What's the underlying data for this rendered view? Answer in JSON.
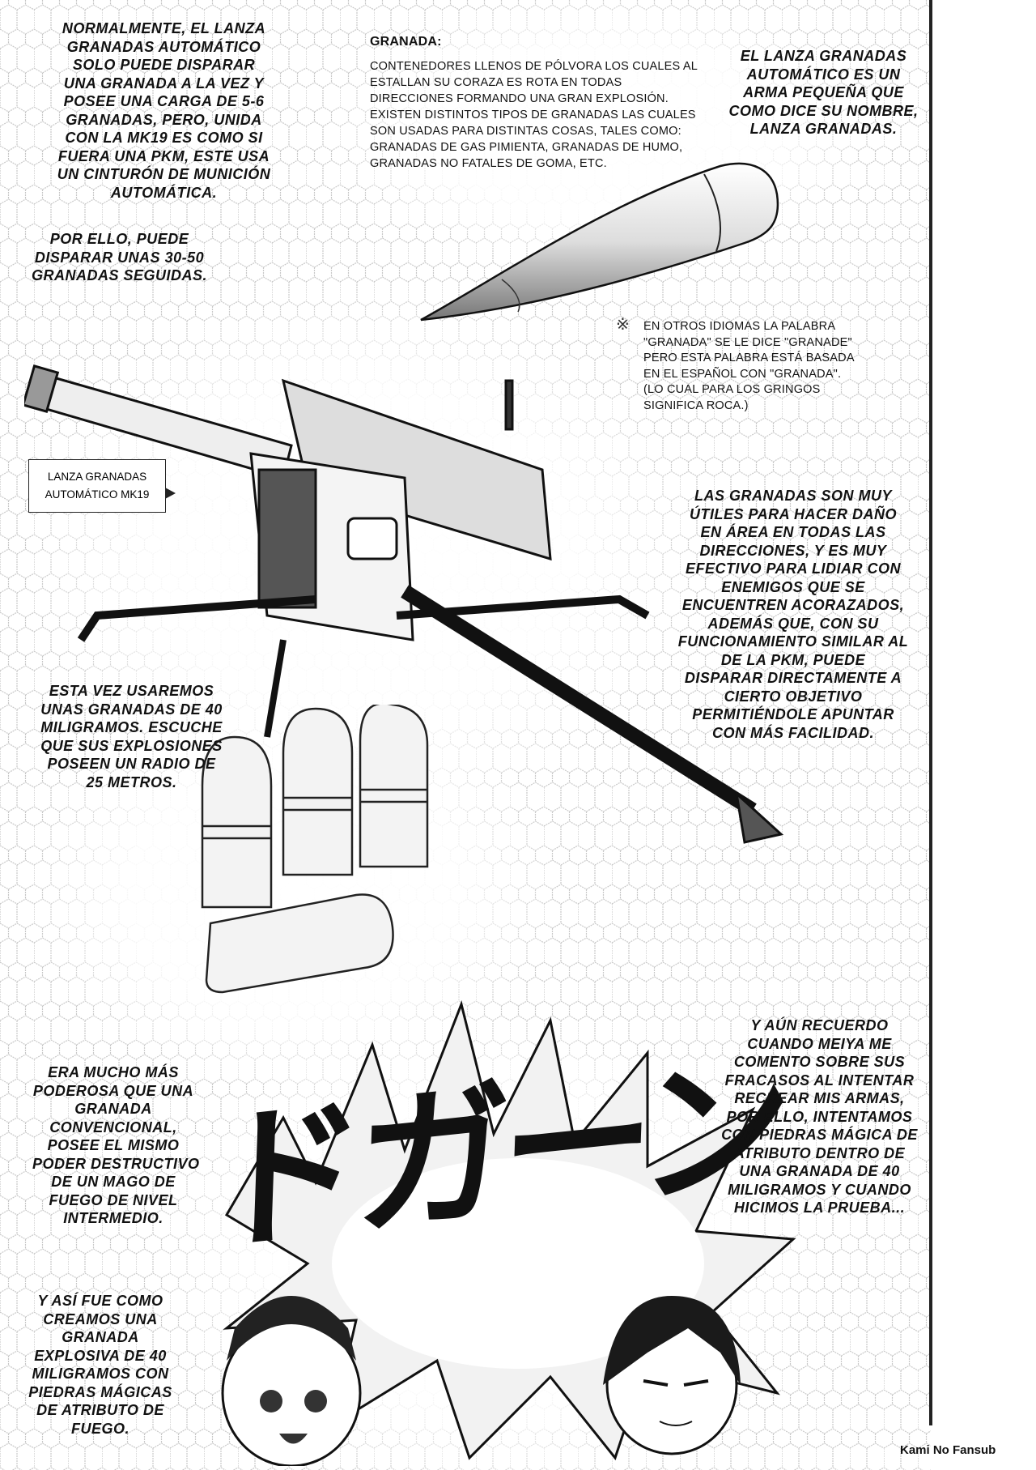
{
  "captions": {
    "top_left": [
      "NORMALMENTE, EL LANZA",
      "GRANADAS AUTOMÁTICO",
      "SOLO PUEDE DISPARAR",
      "UNA GRANADA A LA VEZ Y",
      "POSEE UNA CARGA DE 5-6",
      "GRANADAS, PERO, UNIDA",
      "CON LA MK19 ES COMO SI",
      "FUERA UNA PKM, ESTE USA",
      "UN CINTURÓN DE MUNICIÓN",
      "AUTOMÁTICA."
    ],
    "por_ello": [
      "POR ELLO, PUEDE",
      "DISPARAR UNAS 30-50",
      "GRANADAS SEGUIDAS."
    ],
    "top_right": [
      "EL LANZA GRANADAS",
      "AUTOMÁTICO ES UN",
      "ARMA PEQUEÑA QUE",
      "COMO DICE SU NOMBRE,",
      "LANZA GRANADAS."
    ],
    "las_granadas": [
      "LAS GRANADAS SON MUY",
      "ÚTILES PARA HACER DAÑO",
      "EN ÁREA EN TODAS LAS",
      "DIRECCIONES, Y ES MUY",
      "EFECTIVO PARA LIDIAR CON",
      "ENEMIGOS QUE SE",
      "ENCUENTREN ACORAZADOS,",
      "ADEMÁS QUE, CON SU",
      "FUNCIONAMIENTO SIMILAR AL",
      "DE LA PKM, PUEDE",
      "DISPARAR DIRECTAMENTE A",
      "CIERTO OBJETIVO",
      "PERMITIÉNDOLE APUNTAR",
      "CON MÁS FACILIDAD."
    ],
    "esta_vez": [
      "ESTA VEZ USAREMOS",
      "UNAS GRANADAS DE 40",
      "MILIGRAMOS. ESCUCHE",
      "QUE SUS EXPLOSIONES",
      "POSEEN UN RADIO DE",
      "25 METROS."
    ],
    "aun_recuerdo": [
      "Y AÚN RECUERDO",
      "CUANDO MEIYA ME",
      "COMENTO SOBRE SUS",
      "FRACASOS AL INTENTAR",
      "RECREAR MIS ARMAS,",
      "POR ELLO, INTENTAMOS",
      "CON PIEDRAS MÁGICA DE",
      "ATRIBUTO DENTRO DE",
      "UNA GRANADA DE 40",
      "MILIGRAMOS Y CUANDO",
      "HICIMOS LA PRUEBA..."
    ],
    "era_mucho": [
      "ERA MUCHO MÁS",
      "PODEROSA QUE UNA",
      "GRANADA",
      "CONVENCIONAL,",
      "POSEE EL MISMO",
      "PODER DESTRUCTIVO",
      "DE UN MAGO DE",
      "FUEGO DE NIVEL",
      "INTERMEDIO."
    ],
    "asi_fue": [
      "Y ASÍ FUE COMO",
      "CREAMOS UNA",
      "GRANADA",
      "EXPLOSIVA DE 40",
      "MILIGRAMOS CON",
      "PIEDRAS MÁGICAS",
      "DE ATRIBUTO DE",
      "FUEGO."
    ]
  },
  "granada_box": {
    "title": "GRANADA:",
    "lines": [
      "CONTENEDORES LLENOS DE PÓLVORA LOS CUALES AL",
      "ESTALLAN SU CORAZA ES ROTA EN TODAS",
      "DIRECCIONES FORMANDO UNA GRAN EXPLOSIÓN.",
      "EXISTEN DISTINTOS TIPOS DE GRANADAS LAS CUALES",
      "SON USADAS PARA DISTINTAS COSAS, TALES COMO:",
      "GRANADAS DE GAS PIMIENTA, GRANADAS DE HUMO,",
      "GRANADAS NO FATALES DE GOMA, ETC."
    ]
  },
  "note": {
    "mark": "※",
    "lines": [
      "EN OTROS IDIOMAS LA PALABRA",
      "\"GRANADA\" SE LE DICE \"GRANADE\"",
      "PERO ESTA PALABRA ESTÁ BASADA",
      "EN EL ESPAÑOL CON \"GRANADA\".",
      "(LO CUAL PARA LOS GRINGOS",
      "SIGNIFICA ROCA.)"
    ]
  },
  "weapon_label": [
    "LANZA GRANADAS",
    "AUTOMÁTICO MK19"
  ],
  "sound_effect": "ドガーン",
  "watermark": "Kami No Fansub"
}
